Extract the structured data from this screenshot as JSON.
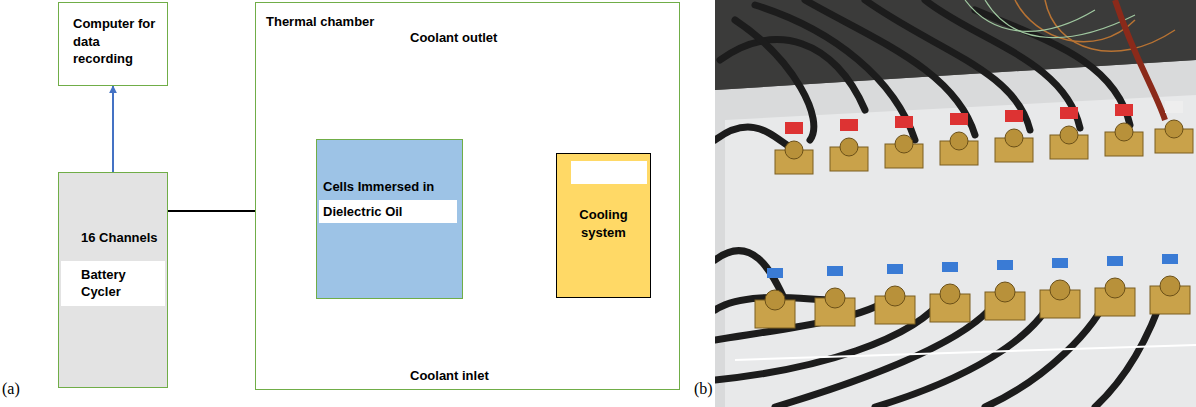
{
  "diagram": {
    "nodes": [
      {
        "text": [
          "Computer for data recording"
        ]
      },
      {
        "text": [
          "16 Channels",
          "Battery Cycler"
        ]
      },
      {
        "text": [
          "Thermal chamber"
        ]
      },
      {
        "text": [
          "Cells Immersed in",
          "Dielectric Oil"
        ],
        "in": 2
      },
      {
        "text": [
          "Cooling system"
        ],
        "in": 2
      }
    ],
    "edges": [
      {
        "from": 1,
        "to": 0,
        "arrow": "to"
      },
      {
        "from": 1,
        "to": 3,
        "arrow": "to"
      },
      {
        "from": 3,
        "to": 4,
        "label": "Coolant outlet",
        "arrow": "to"
      },
      {
        "from": 4,
        "to": 3,
        "label": "Coolant inlet",
        "arrow": "to"
      }
    ],
    "labels": [
      "(a)",
      "(b)"
    ]
  }
}
